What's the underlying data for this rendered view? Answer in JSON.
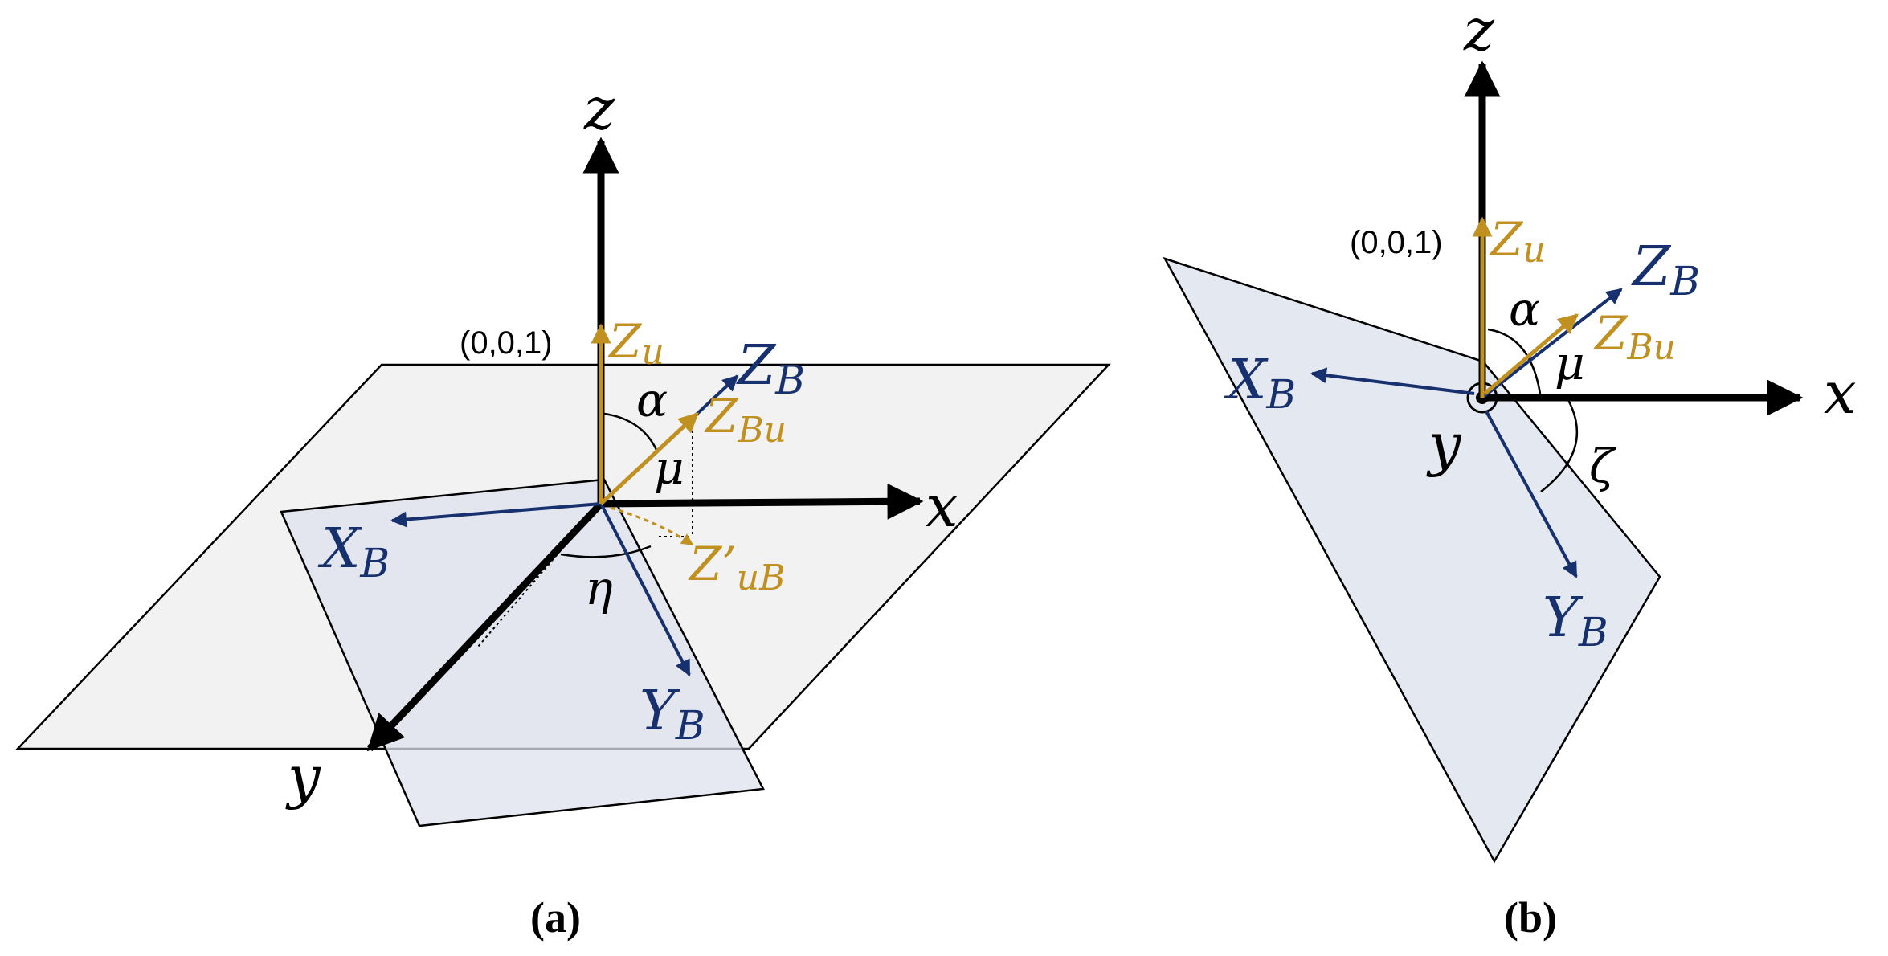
{
  "colors": {
    "axis": "#000000",
    "body": "#17306e",
    "ref": "#c09020",
    "plane_horizontal": "#f2f2f2",
    "plane_body": "#dde2ee"
  },
  "panel_a": {
    "axis_z": "z",
    "axis_x": "x",
    "axis_y": "y",
    "coord_label": "(0,0,1)",
    "zu": {
      "main": "Z",
      "sub": "u"
    },
    "zb": {
      "main": "Z",
      "sub": "B"
    },
    "zbu": {
      "main": "Z",
      "sub": "Bu"
    },
    "xb": {
      "main": "X",
      "sub": "B"
    },
    "yb": {
      "main": "Y",
      "sub": "B"
    },
    "zub_prime": {
      "main": "Z’",
      "sub": "uB"
    },
    "alpha": "α",
    "mu": "μ",
    "eta": "η",
    "caption": "(a)"
  },
  "panel_b": {
    "axis_z": "z",
    "axis_x": "x",
    "axis_y": "y",
    "coord_label": "(0,0,1)",
    "zu": {
      "main": "Z",
      "sub": "u"
    },
    "zb": {
      "main": "Z",
      "sub": "B"
    },
    "zbu": {
      "main": "Z",
      "sub": "Bu"
    },
    "xb": {
      "main": "X",
      "sub": "B"
    },
    "yb": {
      "main": "Y",
      "sub": "B"
    },
    "alpha": "α",
    "mu": "μ",
    "zeta": "ζ",
    "caption": "(b)"
  }
}
